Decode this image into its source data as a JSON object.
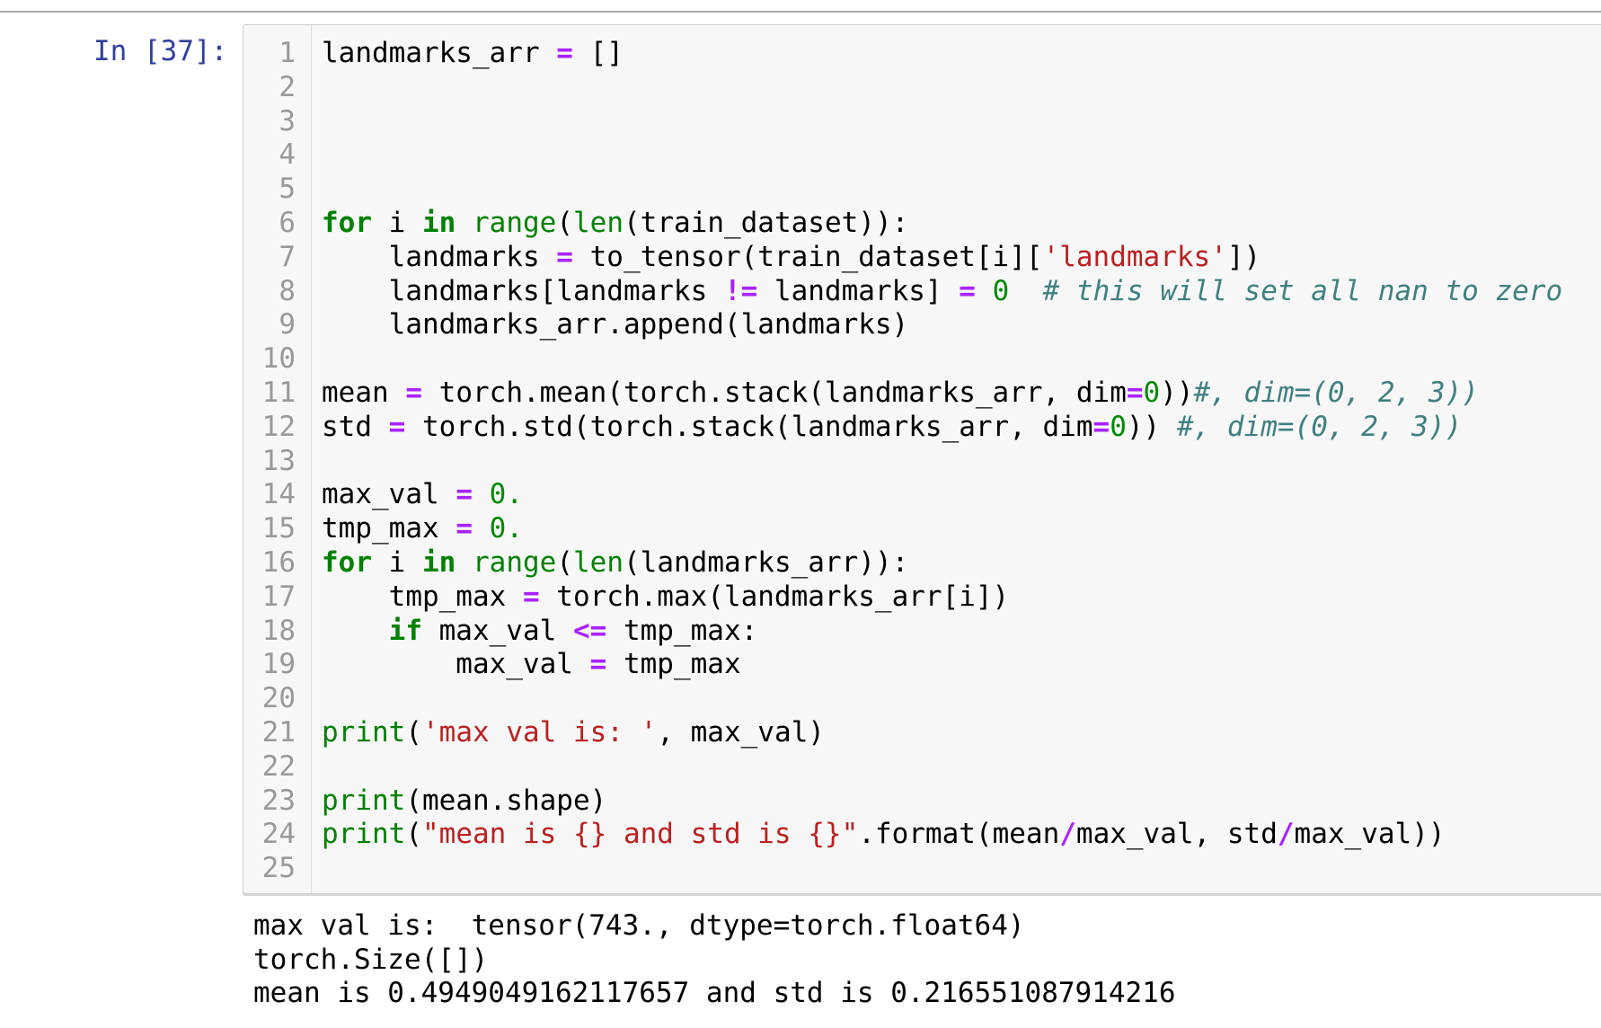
{
  "prompt": "In [37]:",
  "code_lines": [
    [
      [
        "n",
        "landmarks_arr "
      ],
      [
        "o",
        "="
      ],
      [
        "n",
        " []"
      ]
    ],
    [],
    [],
    [],
    [],
    [
      [
        "k",
        "for"
      ],
      [
        "n",
        " i "
      ],
      [
        "k",
        "in"
      ],
      [
        "n",
        " "
      ],
      [
        "b",
        "range"
      ],
      [
        "n",
        "("
      ],
      [
        "b",
        "len"
      ],
      [
        "n",
        "(train_dataset)):"
      ]
    ],
    [
      [
        "n",
        "    landmarks "
      ],
      [
        "o",
        "="
      ],
      [
        "n",
        " to_tensor(train_dataset[i]["
      ],
      [
        "s",
        "'landmarks'"
      ],
      [
        "n",
        "])"
      ]
    ],
    [
      [
        "n",
        "    landmarks[landmarks "
      ],
      [
        "o",
        "!="
      ],
      [
        "n",
        " landmarks] "
      ],
      [
        "o",
        "="
      ],
      [
        "n",
        " "
      ],
      [
        "m",
        "0"
      ],
      [
        "n",
        "  "
      ],
      [
        "c",
        "# this will set all nan to zero"
      ]
    ],
    [
      [
        "n",
        "    landmarks_arr.append(landmarks)"
      ]
    ],
    [],
    [
      [
        "n",
        "mean "
      ],
      [
        "o",
        "="
      ],
      [
        "n",
        " torch.mean(torch.stack(landmarks_arr, dim"
      ],
      [
        "o",
        "="
      ],
      [
        "m",
        "0"
      ],
      [
        "n",
        "))"
      ],
      [
        "c",
        "#, dim=(0, 2, 3))"
      ]
    ],
    [
      [
        "n",
        "std "
      ],
      [
        "o",
        "="
      ],
      [
        "n",
        " torch.std(torch.stack(landmarks_arr, dim"
      ],
      [
        "o",
        "="
      ],
      [
        "m",
        "0"
      ],
      [
        "n",
        ")) "
      ],
      [
        "c",
        "#, dim=(0, 2, 3))"
      ]
    ],
    [],
    [
      [
        "n",
        "max_val "
      ],
      [
        "o",
        "="
      ],
      [
        "n",
        " "
      ],
      [
        "m",
        "0."
      ]
    ],
    [
      [
        "n",
        "tmp_max "
      ],
      [
        "o",
        "="
      ],
      [
        "n",
        " "
      ],
      [
        "m",
        "0."
      ]
    ],
    [
      [
        "k",
        "for"
      ],
      [
        "n",
        " i "
      ],
      [
        "k",
        "in"
      ],
      [
        "n",
        " "
      ],
      [
        "b",
        "range"
      ],
      [
        "n",
        "("
      ],
      [
        "b",
        "len"
      ],
      [
        "n",
        "(landmarks_arr)):"
      ]
    ],
    [
      [
        "n",
        "    tmp_max "
      ],
      [
        "o",
        "="
      ],
      [
        "n",
        " torch.max(landmarks_arr[i])"
      ]
    ],
    [
      [
        "n",
        "    "
      ],
      [
        "k",
        "if"
      ],
      [
        "n",
        " max_val "
      ],
      [
        "o",
        "<="
      ],
      [
        "n",
        " tmp_max:"
      ]
    ],
    [
      [
        "n",
        "        max_val "
      ],
      [
        "o",
        "="
      ],
      [
        "n",
        " tmp_max"
      ]
    ],
    [],
    [
      [
        "b",
        "print"
      ],
      [
        "n",
        "("
      ],
      [
        "s",
        "'max val is: '"
      ],
      [
        "n",
        ", max_val)"
      ]
    ],
    [],
    [
      [
        "b",
        "print"
      ],
      [
        "n",
        "(mean.shape)"
      ]
    ],
    [
      [
        "b",
        "print"
      ],
      [
        "n",
        "("
      ],
      [
        "s",
        "\"mean is {} and std is {}\""
      ],
      [
        "n",
        ".format(mean"
      ],
      [
        "o",
        "/"
      ],
      [
        "n",
        "max_val, std"
      ],
      [
        "o",
        "/"
      ],
      [
        "n",
        "max_val))"
      ]
    ],
    []
  ],
  "output_lines": [
    "max val is:  tensor(743., dtype=torch.float64)",
    "torch.Size([])",
    "mean is 0.4949049162117657 and std is 0.216551087914216"
  ]
}
